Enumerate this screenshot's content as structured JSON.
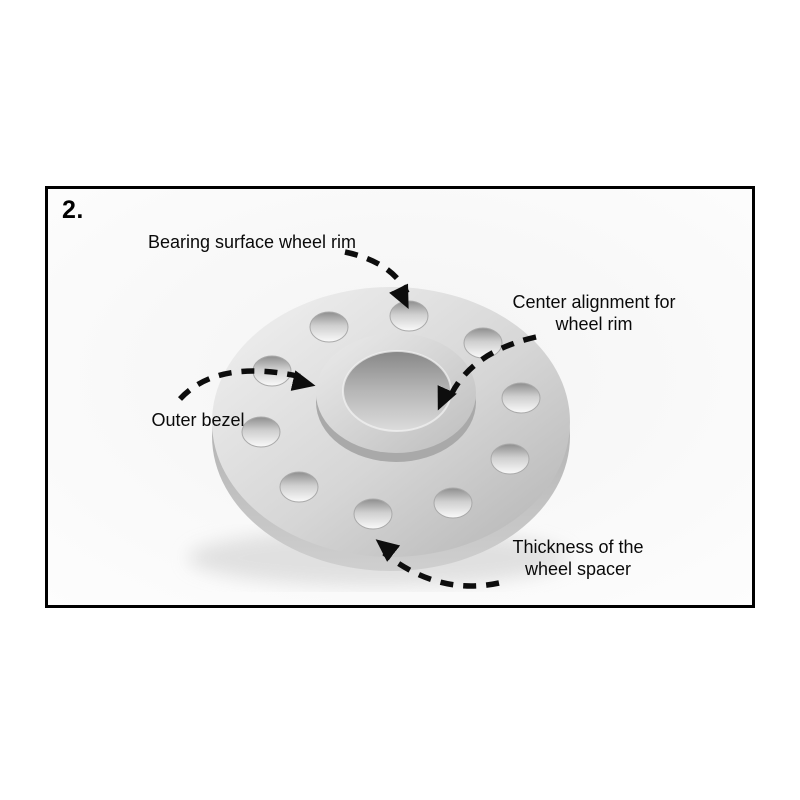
{
  "figure": {
    "step_number": "2.",
    "labels": {
      "bearing_surface": "Bearing surface wheel rim",
      "center_alignment": "Center alignment for wheel rim",
      "outer_bezel": "Outer bezel",
      "thickness": "Thickness of the wheel spacer"
    },
    "illustration": "wheel-spacer-photo",
    "colors": {
      "frame_border": "#000000",
      "arrow": "#0d0d0d",
      "spacer_light": "#efefef",
      "spacer_dark": "#b5b5b5",
      "background": "#ffffff"
    }
  }
}
